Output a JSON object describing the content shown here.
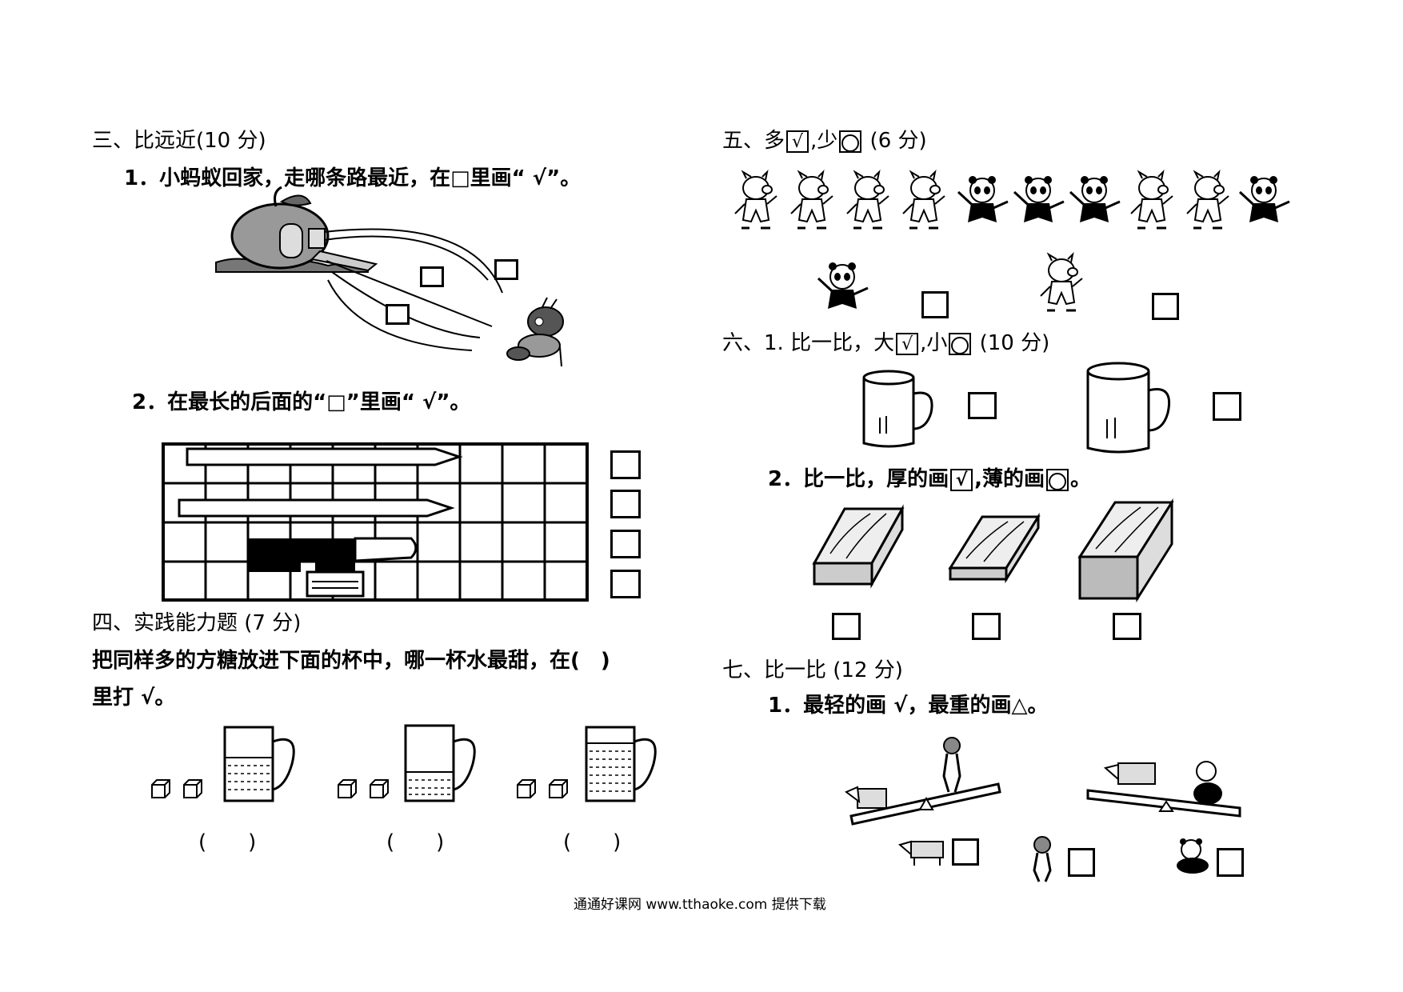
{
  "section3": {
    "title": "三、比远近(10 分)",
    "q1": "1．小蚂蚁回家，走哪条路最近，在□里画“ √”。",
    "q2": "2．在最长的后面的“□”里画“ √”。"
  },
  "section4": {
    "title": "四、实践能力题 (7 分)",
    "line1": "把同样多的方糖放进下面的杯中，哪一杯水最甜，在(　)",
    "line2": "里打 √。",
    "answer_slots": [
      "(　　)",
      "(　　)",
      "(　　)"
    ]
  },
  "section5": {
    "title_prefix": "五、多",
    "check_mark": "√",
    "title_mid": ",少",
    "title_suffix": " (6 分)"
  },
  "section6": {
    "q1_prefix": "六、1. 比一比，大",
    "check_mark": "√",
    "q1_mid": ",小",
    "q1_suffix": " (10 分)",
    "q2_prefix": "2．比一比，厚的画",
    "q2_mid": ",薄的画",
    "q2_suffix": "。"
  },
  "section7": {
    "title": "七、比一比 (12 分)",
    "q1": "1．最轻的画 √，最重的画△。"
  },
  "footer": "通通好课网  www.tthaoke.com  提供下载"
}
